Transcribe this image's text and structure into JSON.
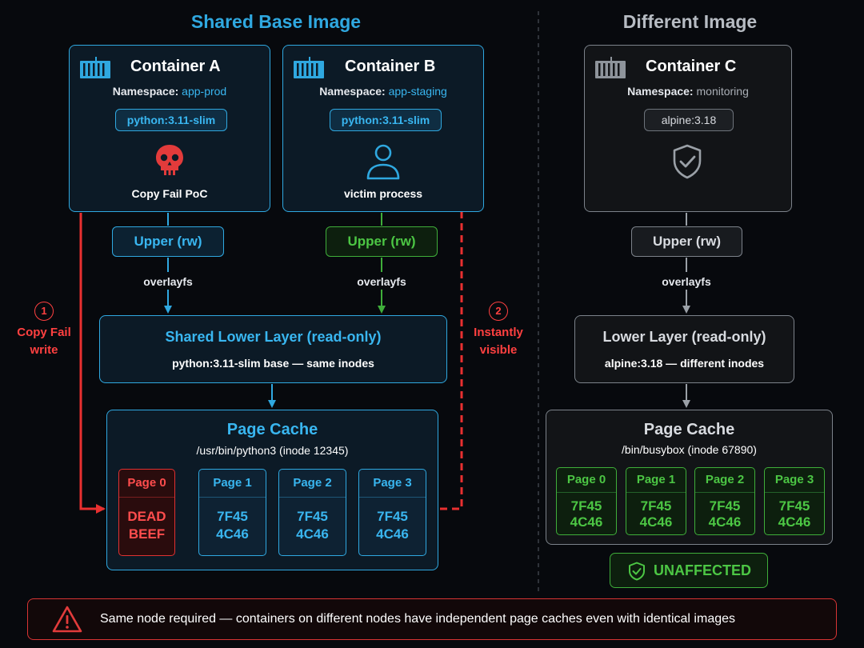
{
  "titles": {
    "shared": "Shared Base Image",
    "different": "Different Image"
  },
  "containers": [
    {
      "name": "Container A",
      "ns_label": "Namespace:",
      "ns_value": "app-prod",
      "image": "python:3.11-slim",
      "caption": "Copy Fail PoC",
      "icon": "skull-icon",
      "color": "#2fa8e0"
    },
    {
      "name": "Container B",
      "ns_label": "Namespace:",
      "ns_value": "app-staging",
      "image": "python:3.11-slim",
      "caption": "victim process",
      "icon": "user-icon",
      "color": "#2fa8e0"
    },
    {
      "name": "Container C",
      "ns_label": "Namespace:",
      "ns_value": "monitoring",
      "image": "alpine:3.18",
      "caption": "",
      "icon": "shield-check-icon",
      "color": "#7c828a"
    }
  ],
  "upper_layers": [
    "Upper (rw)",
    "Upper (rw)",
    "Upper (rw)"
  ],
  "overlay_label": "overlayfs",
  "shared_lower": {
    "title": "Shared Lower Layer (read-only)",
    "subtitle": "python:3.11-slim base — same inodes"
  },
  "other_lower": {
    "title": "Lower Layer (read-only)",
    "subtitle": "alpine:3.18 — different inodes"
  },
  "page_cache_shared": {
    "title": "Page Cache",
    "file": "/usr/bin/python3 (inode 12345)",
    "pages": [
      {
        "label": "Page 0",
        "l1": "DEAD",
        "l2": "BEEF",
        "state": "corrupted"
      },
      {
        "label": "Page 1",
        "l1": "7F45",
        "l2": "4C46",
        "state": "normal"
      },
      {
        "label": "Page 2",
        "l1": "7F45",
        "l2": "4C46",
        "state": "normal"
      },
      {
        "label": "Page 3",
        "l1": "7F45",
        "l2": "4C46",
        "state": "normal"
      }
    ]
  },
  "page_cache_other": {
    "title": "Page Cache",
    "file": "/bin/busybox (inode 67890)",
    "pages": [
      {
        "label": "Page 0",
        "l1": "7F45",
        "l2": "4C46"
      },
      {
        "label": "Page 1",
        "l1": "7F45",
        "l2": "4C46"
      },
      {
        "label": "Page 2",
        "l1": "7F45",
        "l2": "4C46"
      },
      {
        "label": "Page 3",
        "l1": "7F45",
        "l2": "4C46"
      }
    ]
  },
  "steps": [
    {
      "num": "1",
      "line1": "Copy Fail",
      "line2": "write"
    },
    {
      "num": "2",
      "line1": "Instantly",
      "line2": "visible"
    }
  ],
  "unaffected": "UNAFFECTED",
  "warning": "Same node required — containers on different nodes have independent page caches even with identical images",
  "colors": {
    "blue": "#2fa8e0",
    "green": "#3fae3a",
    "red": "#e03131",
    "grey": "#7c828a",
    "background": "#07090d"
  }
}
